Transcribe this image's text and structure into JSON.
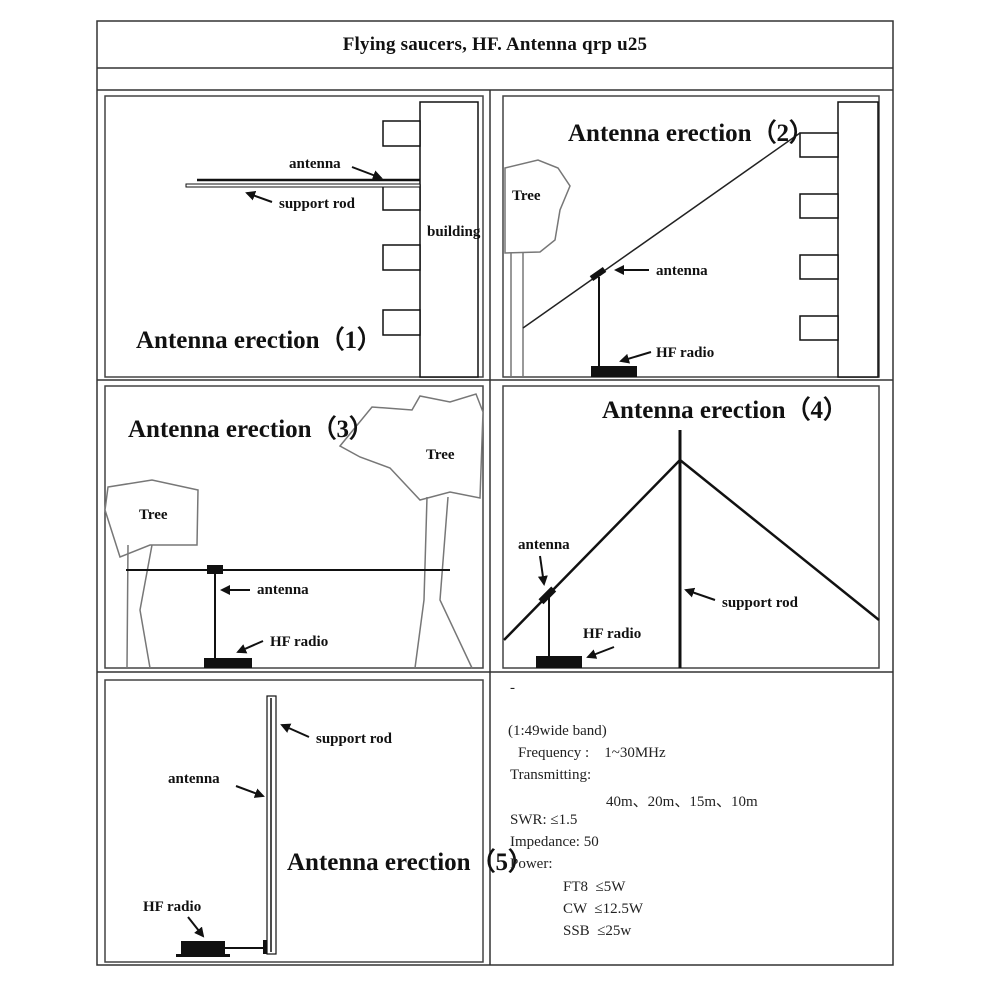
{
  "title": "Flying saucers, HF. Antenna qrp u25",
  "panel1": {
    "heading": "Antenna erection（1）",
    "antenna_label": "antenna",
    "support_rod_label": "support rod",
    "building_label": "building"
  },
  "panel2": {
    "heading": "Antenna erection（2）",
    "tree_label": "Tree",
    "antenna_label": "antenna",
    "radio_label": "HF radio"
  },
  "panel3": {
    "heading": "Antenna erection（3）",
    "tree_left_label": "Tree",
    "tree_right_label": "Tree",
    "antenna_label": "antenna",
    "radio_label": "HF radio"
  },
  "panel4": {
    "heading": "Antenna erection（4）",
    "antenna_label": "antenna",
    "support_rod_label": "support rod",
    "radio_label": "HF radio"
  },
  "panel5": {
    "heading": "Antenna erection（5）",
    "support_rod_label": "support rod",
    "antenna_label": "antenna",
    "radio_label": "HF radio"
  },
  "specs": {
    "dash": "-",
    "band": "(1:49wide band)",
    "frequency": "Frequency :    1~30MHz",
    "transmitting": "Transmitting:",
    "bands": "40m、20m、15m、10m",
    "swr": "SWR: ≤1.5",
    "impedance": "Impedance: 50",
    "power": "Power:",
    "ft8": "FT8  ≤5W",
    "cw": "CW  ≤12.5W",
    "ssb": "SSB  ≤25w"
  }
}
